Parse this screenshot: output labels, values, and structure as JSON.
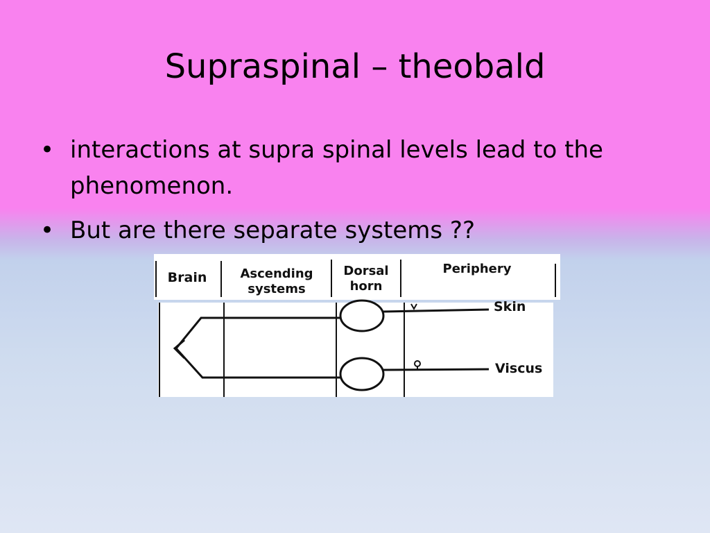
{
  "slide": {
    "title": "Supraspinal – theobald",
    "bullets": [
      {
        "mark": "•",
        "text": "interactions at supra spinal levels lead to the phenomenon."
      },
      {
        "mark": "•",
        "text": "But are there separate systems ??"
      }
    ]
  },
  "diagram": {
    "columns": [
      "Brain",
      "Ascending systems",
      "Dorsal horn",
      "Periphery"
    ],
    "column_lines": {
      "ascending": [
        "Ascending",
        "systems"
      ],
      "dorsal": [
        "Dorsal",
        "horn"
      ]
    },
    "inputs": [
      "Skin",
      "Viscus"
    ]
  }
}
